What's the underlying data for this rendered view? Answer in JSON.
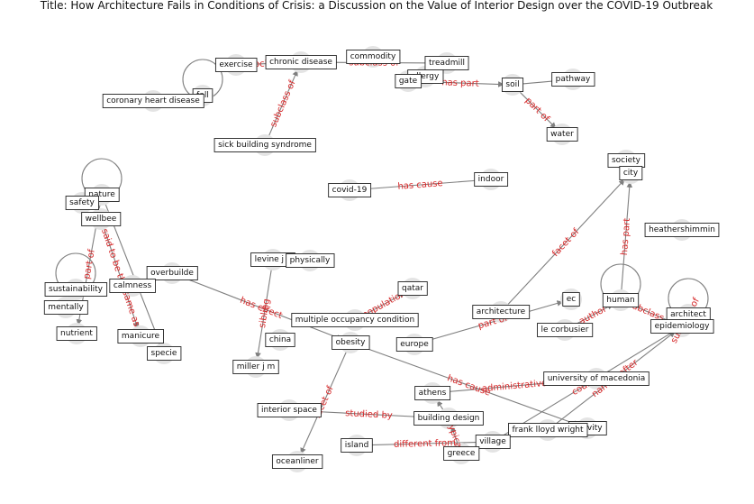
{
  "title": "Title: How Architecture Fails in Conditions of Crisis: a Discussion on the Value of Interior Design over the COVID-19 Outbreak",
  "colors": {
    "edge": "#7f7f7f",
    "edge_label": "#d62728",
    "node_dot": "#e4e4e4",
    "node_border": "#222222"
  },
  "nodes": [
    {
      "id": "exercise",
      "label": "exercise"
    },
    {
      "id": "chronic_disease",
      "label": "chronic disease"
    },
    {
      "id": "commodity",
      "label": "commodity"
    },
    {
      "id": "treadmill",
      "label": "treadmill"
    },
    {
      "id": "allergy",
      "label": "allergy"
    },
    {
      "id": "gate",
      "label": "gate"
    },
    {
      "id": "soil",
      "label": "soil"
    },
    {
      "id": "pathway",
      "label": "pathway"
    },
    {
      "id": "water",
      "label": "water"
    },
    {
      "id": "fall",
      "label": "fall"
    },
    {
      "id": "coronary_heart_disease",
      "label": "coronary heart disease"
    },
    {
      "id": "sick_building_syndrome",
      "label": "sick building syndrome"
    },
    {
      "id": "society",
      "label": "society"
    },
    {
      "id": "city",
      "label": "city"
    },
    {
      "id": "covid19",
      "label": "covid-19"
    },
    {
      "id": "indoor",
      "label": "indoor"
    },
    {
      "id": "heathershimmin",
      "label": "heathershimmin"
    },
    {
      "id": "nature",
      "label": "nature"
    },
    {
      "id": "safety",
      "label": "safety"
    },
    {
      "id": "wellbee",
      "label": "wellbee"
    },
    {
      "id": "overbuilde",
      "label": "overbuilde"
    },
    {
      "id": "levine",
      "label": "levine j a"
    },
    {
      "id": "physically",
      "label": "physically"
    },
    {
      "id": "sustainability",
      "label": "sustainability"
    },
    {
      "id": "calmness",
      "label": "calmness"
    },
    {
      "id": "mentally",
      "label": "mentally"
    },
    {
      "id": "qatar",
      "label": "qatar"
    },
    {
      "id": "ec",
      "label": "ec"
    },
    {
      "id": "human",
      "label": "human"
    },
    {
      "id": "architect",
      "label": "architect"
    },
    {
      "id": "epidemiology",
      "label": "epidemiology"
    },
    {
      "id": "architecture",
      "label": "architecture"
    },
    {
      "id": "multiple_occupancy",
      "label": "multiple occupancy condition"
    },
    {
      "id": "nutrient",
      "label": "nutrient"
    },
    {
      "id": "manicure",
      "label": "manicure"
    },
    {
      "id": "china",
      "label": "china"
    },
    {
      "id": "obesity",
      "label": "obesity"
    },
    {
      "id": "europe",
      "label": "europe"
    },
    {
      "id": "le_corbusier",
      "label": "le corbusier"
    },
    {
      "id": "specie",
      "label": "specie"
    },
    {
      "id": "miller",
      "label": "miller j m"
    },
    {
      "id": "university_macedonia",
      "label": "university of macedonia"
    },
    {
      "id": "athens",
      "label": "athens"
    },
    {
      "id": "interior_space",
      "label": "interior space"
    },
    {
      "id": "building_design",
      "label": "building design"
    },
    {
      "id": "activity",
      "label": "activity"
    },
    {
      "id": "frank_lloyd_wright",
      "label": "frank lloyd wright"
    },
    {
      "id": "village",
      "label": "village"
    },
    {
      "id": "island",
      "label": "island"
    },
    {
      "id": "greece",
      "label": "greece"
    },
    {
      "id": "oceanliner",
      "label": "oceanliner"
    }
  ],
  "edges": [
    {
      "from": "exercise",
      "to": "chronic_disease",
      "label": "subclass of"
    },
    {
      "from": "chronic_disease",
      "to": "treadmill",
      "label": "subclass of"
    },
    {
      "from": "fall",
      "to": "coronary_heart_disease",
      "label": "subclass of"
    },
    {
      "from": "sick_building_syndrome",
      "to": "chronic_disease",
      "label": "subclass of"
    },
    {
      "from": "gate",
      "to": "soil",
      "label": "has part"
    },
    {
      "from": "soil",
      "to": "pathway",
      "label": ""
    },
    {
      "from": "soil",
      "to": "water",
      "label": "part of"
    },
    {
      "from": "covid19",
      "to": "indoor",
      "label": "has cause"
    },
    {
      "from": "architecture",
      "to": "city",
      "label": "facet of"
    },
    {
      "from": "human",
      "to": "city",
      "label": "has part"
    },
    {
      "from": "le_corbusier",
      "to": "human",
      "label": "author"
    },
    {
      "from": "calmness",
      "to": "overbuilde",
      "label": "different from"
    },
    {
      "from": "levine",
      "to": "miller",
      "label": "sibling"
    },
    {
      "from": "overbuilde",
      "to": "obesity",
      "label": "has effect"
    },
    {
      "from": "multiple_occupancy",
      "to": "qatar",
      "label": "population"
    },
    {
      "from": "europe",
      "to": "ec",
      "label": "part of"
    },
    {
      "from": "obesity",
      "to": "oceanliner",
      "label": "facet of"
    },
    {
      "from": "interior_space",
      "to": "building_design",
      "label": "studied by"
    },
    {
      "from": "obesity",
      "to": "activity",
      "label": "has cause"
    },
    {
      "from": "athens",
      "to": "university_macedonia",
      "label": "administrative"
    },
    {
      "from": "village",
      "to": "epidemiology",
      "label": "country"
    },
    {
      "from": "frank_lloyd_wright",
      "to": "epidemiology",
      "label": "named after"
    },
    {
      "from": "island",
      "to": "village",
      "label": "different from"
    },
    {
      "from": "building_design",
      "to": "athens",
      "label": ""
    },
    {
      "from": "greece",
      "to": "building_design",
      "label": "typical"
    },
    {
      "from": "nature",
      "to": "nutrient",
      "label": "part of"
    },
    {
      "from": "wellbee",
      "to": "manicure",
      "label": "said to be the same as"
    },
    {
      "from": "nature",
      "to": "specie",
      "label": ""
    },
    {
      "from": "human",
      "to": "epidemiology",
      "label": "subclass of"
    },
    {
      "from": "architect",
      "to": "epidemiology",
      "label": "subclass of"
    }
  ],
  "self_loops": [
    "fall",
    "nature",
    "sustainability",
    "human",
    "architect"
  ]
}
